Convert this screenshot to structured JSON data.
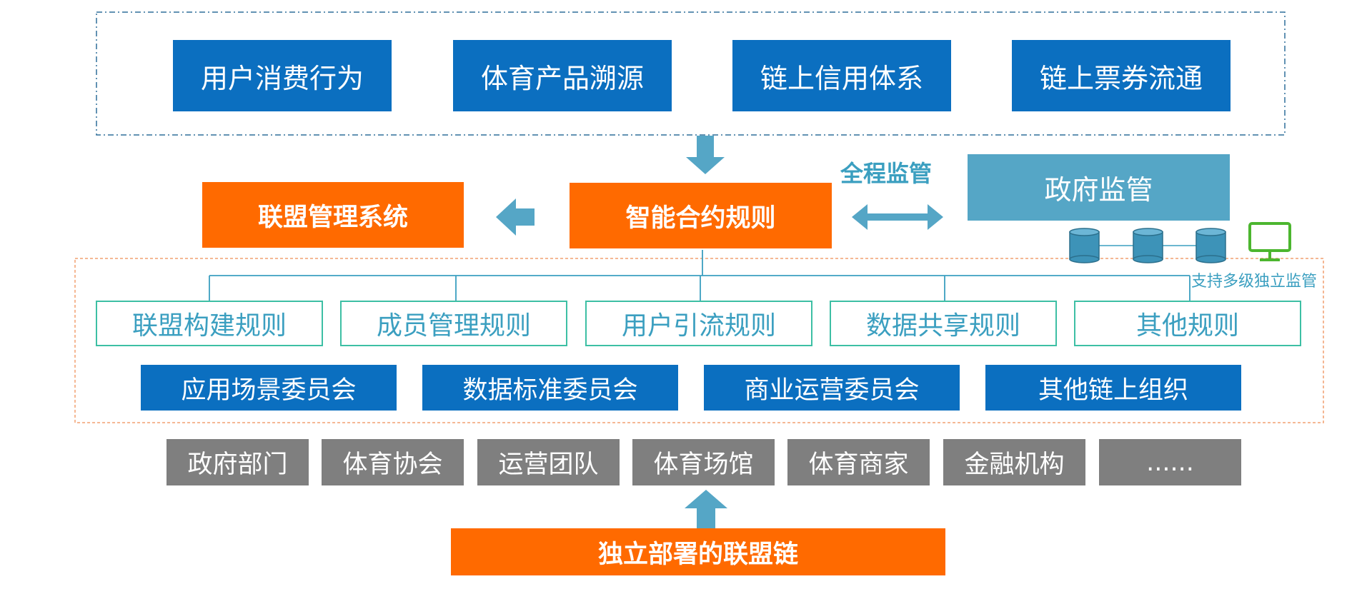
{
  "applications": [
    "用户消费行为",
    "体育产品溯源",
    "链上信用体系",
    "链上票券流通"
  ],
  "core": {
    "alliance_mgmt": "联盟管理系统",
    "smart_contract": "智能合约规则",
    "supervision_label": "全程监管",
    "government": "政府监管",
    "multilevel_note": "支持多级独立监管"
  },
  "rules": [
    "联盟构建规则",
    "成员管理规则",
    "用户引流规则",
    "数据共享规则",
    "其他规则"
  ],
  "committees": [
    "应用场景委员会",
    "数据标准委员会",
    "商业运营委员会",
    "其他链上组织"
  ],
  "participants": [
    "政府部门",
    "体育协会",
    "运营团队",
    "体育场馆",
    "体育商家",
    "金融机构",
    "......"
  ],
  "foundation": "独立部署的联盟链",
  "colors": {
    "blue": "#0b6fc0",
    "orange": "#ff6a00",
    "gray": "#7f7f7f",
    "teal": "#55a6c6",
    "rule_border": "#3dbfa4",
    "rule_text": "#3b9fc0",
    "monitor": "#4cb62f"
  },
  "icons": [
    "database-icon",
    "database-icon",
    "database-icon",
    "monitor-icon"
  ]
}
